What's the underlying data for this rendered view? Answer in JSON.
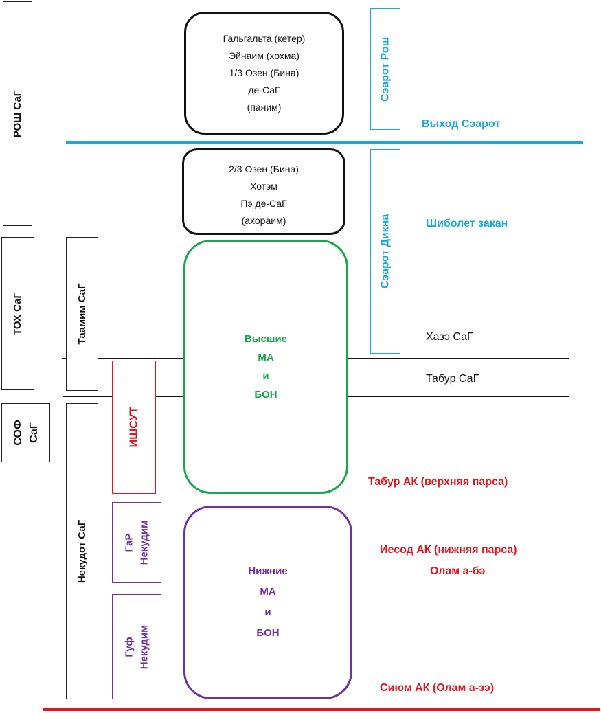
{
  "left_column": {
    "rosh": "РОШ СаГ",
    "toh": "ТОХ СаГ",
    "sof_line1": "СОФ",
    "sof_line2": "СаГ",
    "taamim": "Таамим СаГ",
    "nekudot": "Некудот СаГ",
    "ishsut": "ИШСУТ",
    "gar_line1": "ГаР",
    "gar_line2": "Некудим",
    "guf_line1": "Гуф",
    "guf_line2": "Некудим"
  },
  "center_boxes": {
    "top": [
      "Гальгальта (кетер)",
      "Эйнаим (хохма)",
      "1/3 Озен (Бина)",
      "де-СаГ",
      "(паним)"
    ],
    "second": [
      "2/3 Озен (Бина)",
      "Хотэм",
      "Пэ де-СаГ",
      "(ахораим)"
    ],
    "upper_ma_bon": [
      "Высшие",
      "МА",
      "и",
      "БОН"
    ],
    "lower_ma_bon": [
      "Нижние",
      "МА",
      "и",
      "БОН"
    ]
  },
  "right_boxes": {
    "searot_rosh": "Сэарот Рош",
    "searot_dikna": "Сэарот Дикна"
  },
  "line_labels": {
    "exit_searot": "Выход Сэарот",
    "shibolet": "Шиболет закан",
    "haze": "Хазэ СаГ",
    "tabur_sag": "Табур СаГ",
    "tabur_ak": "Табур АК (верхняя парса)",
    "yesod_ak": "Иесод АК (нижняя парса)",
    "olam_abe": "Олам а-бэ",
    "siyum_ak": "Сиюм АК (Олам а-зэ)"
  },
  "colors": {
    "blue": "#1aa7e0",
    "green": "#1aa64a",
    "purple": "#7030a0",
    "red": "#e8141b",
    "black": "#111111"
  }
}
